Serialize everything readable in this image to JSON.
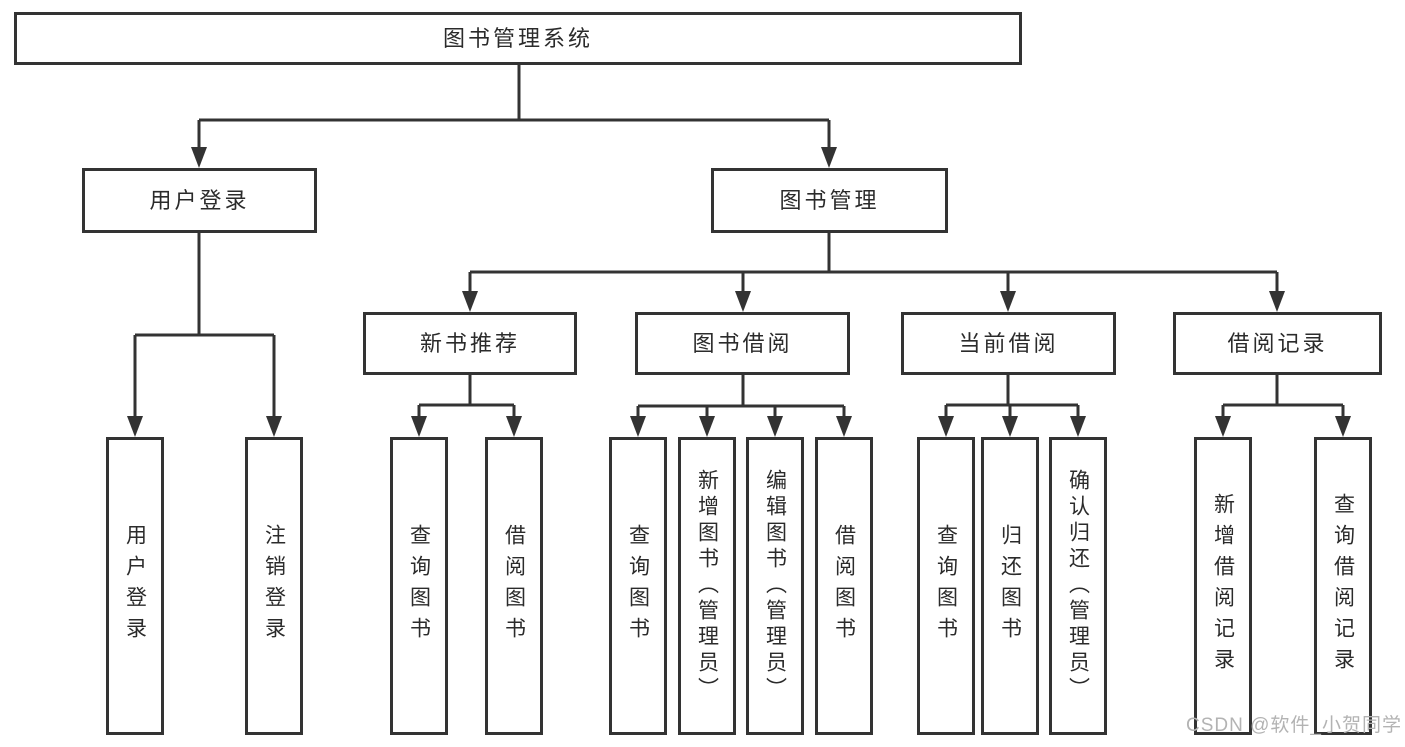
{
  "tree": {
    "label": "图书管理系统",
    "children": [
      {
        "label": "用户登录",
        "children": [
          {
            "label": "用户登录"
          },
          {
            "label": "注销登录"
          }
        ]
      },
      {
        "label": "图书管理",
        "children": [
          {
            "label": "新书推荐",
            "children": [
              {
                "label": "查询图书"
              },
              {
                "label": "借阅图书"
              }
            ]
          },
          {
            "label": "图书借阅",
            "children": [
              {
                "label": "查询图书"
              },
              {
                "label": "新增图书（管理员）"
              },
              {
                "label": "编辑图书（管理员）"
              },
              {
                "label": "借阅图书"
              }
            ]
          },
          {
            "label": "当前借阅",
            "children": [
              {
                "label": "查询图书"
              },
              {
                "label": "归还图书"
              },
              {
                "label": "确认归还（管理员）"
              }
            ]
          },
          {
            "label": "借阅记录",
            "children": [
              {
                "label": "新增借阅记录"
              },
              {
                "label": "查询借阅记录"
              }
            ]
          }
        ]
      }
    ]
  },
  "watermark": "CSDN @软件_小贺同学",
  "colors": {
    "line": "#333333",
    "text": "#2b2b2b",
    "watermark": "#b3b3b3",
    "background": "#ffffff"
  }
}
